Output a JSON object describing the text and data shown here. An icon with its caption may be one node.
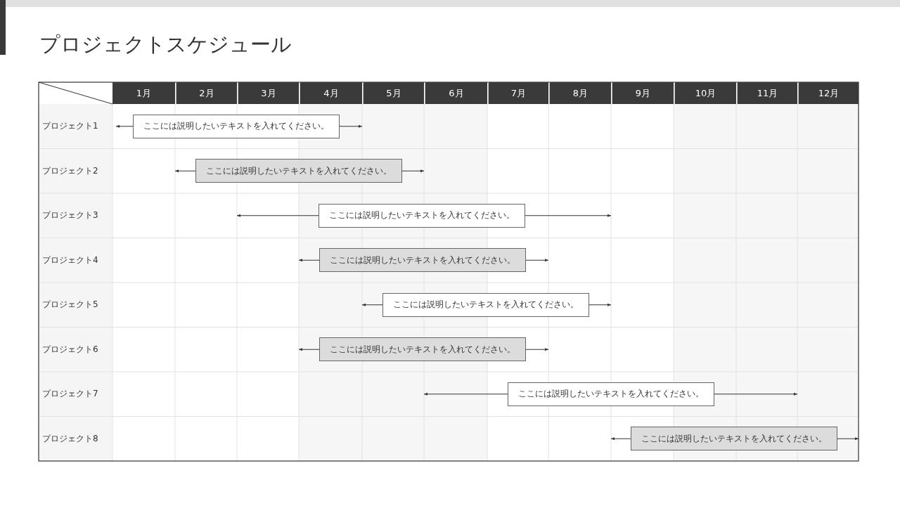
{
  "diagram": {
    "title": "プロジェクトスケジュール",
    "nodes": [
      {
        "text": [
          "ここには説明したいテキストを入れてください。"
        ]
      },
      {
        "text": [
          "ここには説明したいテキストを入れてください。"
        ]
      },
      {
        "text": [
          "ここには説明したいテキストを入れてください。"
        ]
      },
      {
        "text": [
          "ここには説明したいテキストを入れてください。"
        ]
      },
      {
        "text": [
          "ここには説明したいテキストを入れてください。"
        ]
      },
      {
        "text": [
          "ここには説明したいテキストを入れてください。"
        ]
      },
      {
        "text": [
          "ここには説明したいテキストを入れてください。"
        ]
      },
      {
        "text": [
          "ここには説明したいテキストを入れてください。"
        ]
      }
    ],
    "edges": [
      {
        "from": 0,
        "to": null,
        "arrow": "to"
      },
      {
        "from": 0,
        "to": null,
        "arrow": "to"
      },
      {
        "from": 1,
        "to": null,
        "arrow": "to"
      },
      {
        "from": 1,
        "to": null,
        "arrow": "to"
      },
      {
        "from": 2,
        "to": null,
        "arrow": "to"
      },
      {
        "from": 2,
        "to": null,
        "arrow": "to"
      },
      {
        "from": 3,
        "to": null,
        "arrow": "to"
      },
      {
        "from": 3,
        "to": null,
        "arrow": "to"
      },
      {
        "from": 4,
        "to": null,
        "arrow": "to"
      },
      {
        "from": 4,
        "to": null,
        "arrow": "to"
      },
      {
        "from": 5,
        "to": null,
        "arrow": "to"
      },
      {
        "from": 5,
        "to": null,
        "arrow": "to"
      },
      {
        "from": 6,
        "to": null,
        "arrow": "to"
      },
      {
        "from": 6,
        "to": null,
        "arrow": "to"
      },
      {
        "from": 7,
        "to": null,
        "arrow": "to"
      },
      {
        "from": 7,
        "to": null,
        "arrow": "to"
      }
    ],
    "labels": [
      "1月",
      "2月",
      "3月",
      "4月",
      "5月",
      "6月",
      "7月",
      "8月",
      "9月",
      "10月",
      "11月",
      "12月",
      "プロジェクト1",
      "プロジェクト2",
      "プロジェクト3",
      "プロジェクト4",
      "プロジェクト5",
      "プロジェクト6",
      "プロジェクト7",
      "プロジェクト8"
    ]
  }
}
